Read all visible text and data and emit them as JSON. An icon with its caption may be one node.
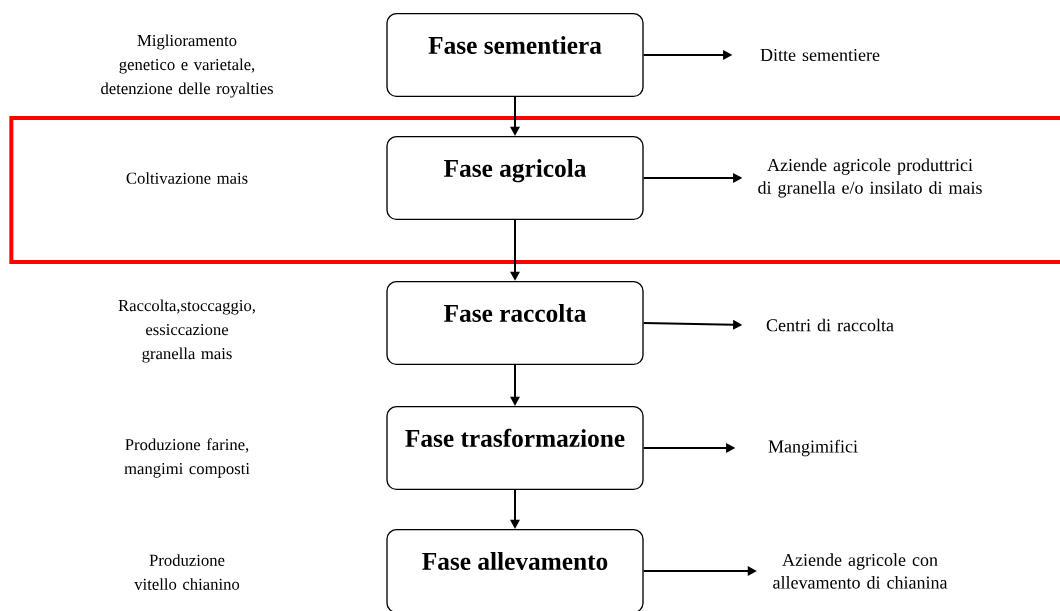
{
  "diagram": {
    "nodes": [
      {
        "text": [
          "Fase sementiera"
        ]
      },
      {
        "text": [],
        "shape": "box"
      },
      {
        "text": [
          "Fase agricola"
        ],
        "in": 1
      },
      {
        "text": [
          "Fase raccolta"
        ]
      },
      {
        "text": [
          "Fase trasformazione"
        ]
      },
      {
        "text": [
          "Fase allevamento"
        ]
      },
      {
        "text": [
          "Ditte sementiere"
        ]
      },
      {
        "text": [
          "Aziende agricole produttrici di granella e/o insilato di mais"
        ],
        "in": 1
      },
      {
        "text": [
          "Centri di raccolta"
        ]
      },
      {
        "text": [
          "Mangimifici"
        ]
      },
      {
        "text": [
          "Aziende agricole con allevamento di chianina"
        ]
      }
    ],
    "edges": [
      {
        "from": 0,
        "to": 2,
        "arrow": "to"
      },
      {
        "from": 2,
        "to": 3,
        "arrow": "to"
      },
      {
        "from": 3,
        "to": 4,
        "arrow": "to"
      },
      {
        "from": 4,
        "to": 5,
        "arrow": "to"
      },
      {
        "from": 0,
        "to": 6,
        "arrow": "to"
      },
      {
        "from": 2,
        "to": 7,
        "arrow": "to"
      },
      {
        "from": 3,
        "to": 8,
        "arrow": "to"
      },
      {
        "from": 4,
        "to": 9,
        "arrow": "to"
      },
      {
        "from": 5,
        "to": 10,
        "arrow": "to"
      }
    ],
    "labels": [
      "Miglioramento genetico e varietale, detenzione delle royalties",
      "Coltivazione mais",
      "Raccolta,stoccaggio, essiccazione granella mais",
      "Produzione farine, mangimi composti",
      "Produzione vitello chianino"
    ]
  }
}
